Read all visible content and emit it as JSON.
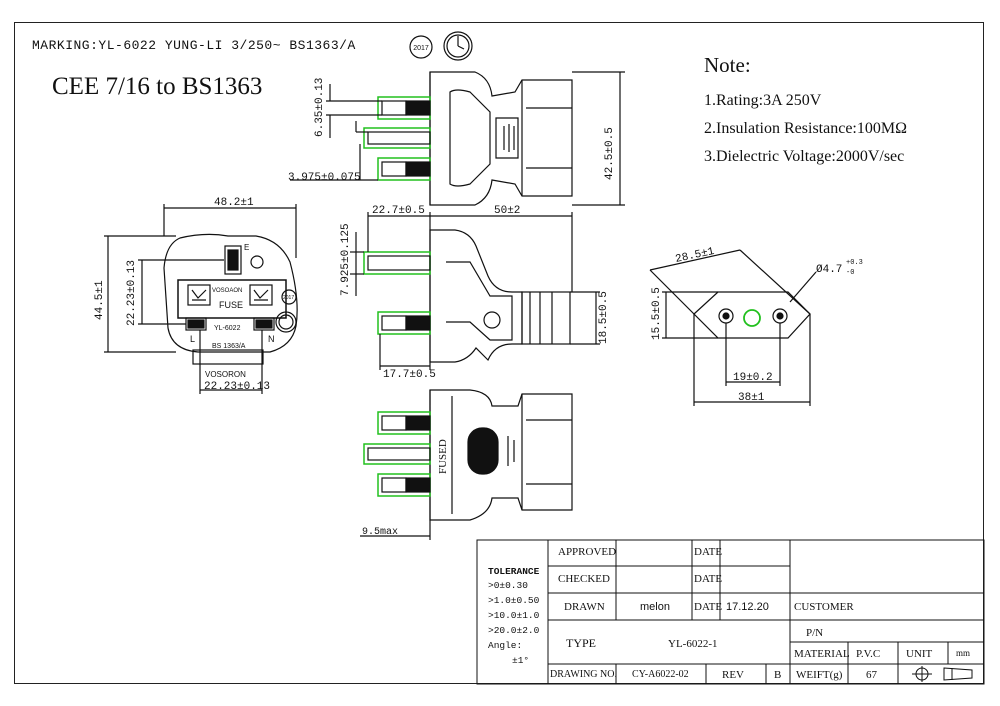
{
  "header": {
    "marking": "MARKING:YL-6022 YUNG-LI  3/250~  BS1363/A",
    "date_stamp": "2017",
    "subtitle": "CEE 7/16 to BS1363"
  },
  "notes": {
    "title": "Note:",
    "items": [
      "1.Rating:3A 250V",
      "2.Insulation Resistance:100MΩ",
      "3.Dielectric Voltage:2000V/sec"
    ]
  },
  "dimensions": {
    "pin_w": "6.35±0.13",
    "pin_h": "3.975±0.075",
    "body_h": "42.5±0.5",
    "top_w": "22.7±0.5",
    "body_len": "50±2",
    "pin_side": "7.925±0.125",
    "cord_d": "18.5±0.5",
    "pin_len": "17.7±0.5",
    "face_w": "48.2±1",
    "face_h": "44.5±1",
    "pin_span_v": "22.23±0.13",
    "pin_span_h": "22.23±0.13",
    "euro_diag": "28.5±1",
    "euro_hole": "Ø4.7",
    "euro_hole_tol_up": "+0.3",
    "euro_hole_tol_dn": "-0",
    "euro_h": "15.5±0.5",
    "euro_pitch": "19±0.2",
    "euro_w": "38±1",
    "bottom_pin": "9.5max"
  },
  "face_labels": {
    "e": "E",
    "l": "L",
    "n": "N",
    "fuse": "FUSE",
    "brand_small": "VOSOAON",
    "model": "YL-6022",
    "std": "BS 1363/A",
    "brand": "VOSORON",
    "date": "2017"
  },
  "fused_label": "FUSED",
  "title_block": {
    "approved": "APPROVED",
    "checked": "CHECKED",
    "drawn": "DRAWN",
    "drawn_by": "melon",
    "date": "DATE",
    "drawn_date": "17.12.20",
    "customer": "CUSTOMER",
    "type": "TYPE",
    "type_val": "YL-6022-1",
    "pn": "P/N",
    "material": "MATERIAL",
    "material_val": "P.V.C",
    "unit": "UNIT",
    "unit_val": "mm",
    "drawing_no": "DRAWING NO.",
    "drawing_no_val": "CY-A6022-02",
    "rev": "REV",
    "rev_val": "B",
    "weight": "WEIFT(g)",
    "weight_val": "67",
    "tolerance_title": "TOLERANCE",
    "tolerances": [
      ">0±0.30",
      ">1.0±0.50",
      ">10.0±1.0",
      ">20.0±2.0"
    ],
    "angle_label": "Angle:",
    "angle_val": "±1°"
  },
  "colors": {
    "line": "#111111",
    "accent": "#22c01e"
  }
}
